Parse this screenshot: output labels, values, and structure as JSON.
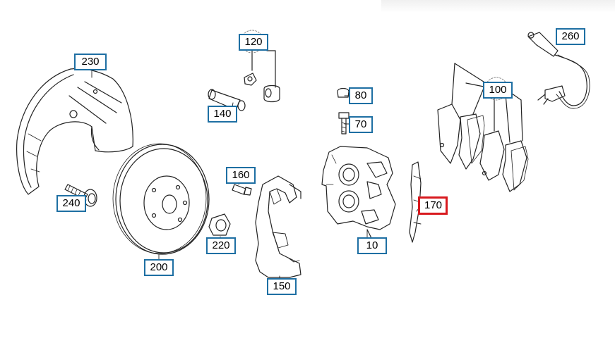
{
  "diagram": {
    "callouts": [
      {
        "id": "230",
        "label": "230",
        "highlighted": false
      },
      {
        "id": "120",
        "label": "120",
        "highlighted": false
      },
      {
        "id": "140",
        "label": "140",
        "highlighted": false
      },
      {
        "id": "80",
        "label": "80",
        "highlighted": false
      },
      {
        "id": "70",
        "label": "70",
        "highlighted": false
      },
      {
        "id": "100",
        "label": "100",
        "highlighted": false
      },
      {
        "id": "260",
        "label": "260",
        "highlighted": false
      },
      {
        "id": "160",
        "label": "160",
        "highlighted": false
      },
      {
        "id": "240",
        "label": "240",
        "highlighted": false
      },
      {
        "id": "220",
        "label": "220",
        "highlighted": false
      },
      {
        "id": "200",
        "label": "200",
        "highlighted": false
      },
      {
        "id": "150",
        "label": "150",
        "highlighted": false
      },
      {
        "id": "10",
        "label": "10",
        "highlighted": false
      },
      {
        "id": "170",
        "label": "170",
        "highlighted": true
      }
    ],
    "colors": {
      "callout_border": "#1e6fa3",
      "highlight_border": "#d8191e",
      "line": "#222222"
    }
  }
}
